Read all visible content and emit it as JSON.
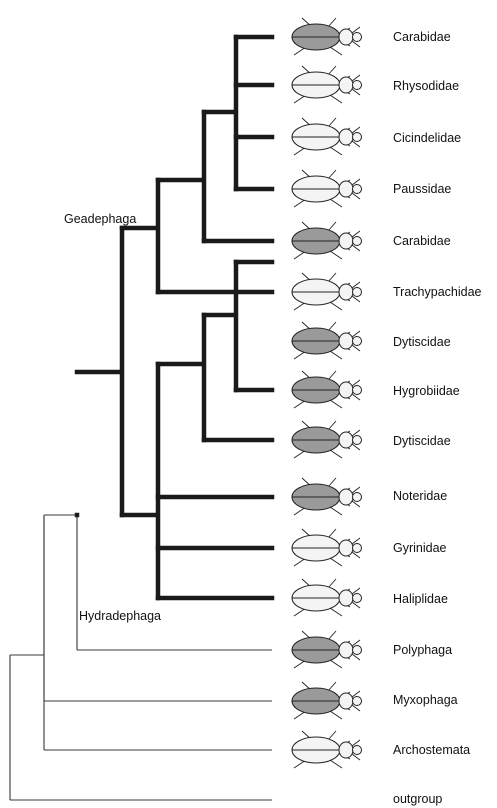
{
  "clades": {
    "geadephaga": "Geadephaga",
    "hydradephaga": "Hydradephaga"
  },
  "taxa": [
    {
      "name": "Carabidae",
      "icon": "carabid-beetle-icon",
      "dark": true
    },
    {
      "name": "Rhysodidae",
      "icon": "rhysodid-beetle-icon",
      "dark": false
    },
    {
      "name": "Cicindelidae",
      "icon": "tiger-beetle-icon",
      "dark": false
    },
    {
      "name": "Paussidae",
      "icon": "paussid-beetle-icon",
      "dark": false
    },
    {
      "name": "Carabidae",
      "icon": "carabid-beetle-icon",
      "dark": true
    },
    {
      "name": "Trachypachidae",
      "icon": "trachypachid-beetle-icon",
      "dark": false
    },
    {
      "name": "Dytiscidae",
      "icon": "diving-beetle-icon",
      "dark": true
    },
    {
      "name": "Hygrobiidae",
      "icon": "hygrobiid-beetle-icon",
      "dark": true
    },
    {
      "name": "Dytiscidae",
      "icon": "diving-beetle-icon",
      "dark": true
    },
    {
      "name": "Noteridae",
      "icon": "noterid-beetle-icon",
      "dark": true
    },
    {
      "name": "Gyrinidae",
      "icon": "whirligig-beetle-icon",
      "dark": false
    },
    {
      "name": "Haliplidae",
      "icon": "haliplid-beetle-icon",
      "dark": false
    },
    {
      "name": "Polyphaga",
      "icon": "polyphagan-beetle-icon",
      "dark": true
    },
    {
      "name": "Myxophaga",
      "icon": "myxophagan-beetle-icon",
      "dark": true
    },
    {
      "name": "Archostemata",
      "icon": "archostematan-beetle-icon",
      "dark": false
    },
    {
      "name": "outgroup",
      "icon": "",
      "dark": false
    }
  ]
}
